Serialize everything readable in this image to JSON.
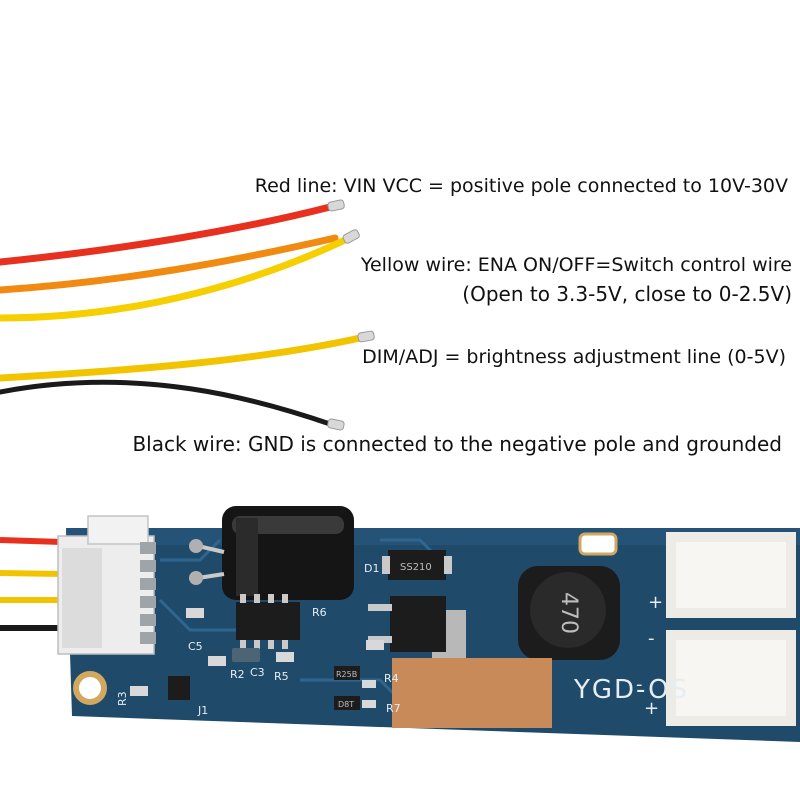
{
  "labels": {
    "red": "Red line: VIN VCC = positive pole connected to 10V-30V",
    "yellow": "Yellow wire: ENA ON/OFF=Switch control wire",
    "yellow_note": "(Open to 3.3-5V, close to 0-2.5V)",
    "dim": "DIM/ADJ = brightness adjustment line (0-5V)",
    "black": "Black wire: GND is connected to the negative pole and grounded"
  },
  "board": {
    "model_text": "YGD-OS",
    "silkscreen": [
      "D1",
      "R6",
      "C5",
      "R2",
      "C3",
      "R5",
      "R4",
      "R7",
      "R3",
      "J1"
    ],
    "chip_markings": [
      "SS210",
      "470",
      "R25B",
      "D8T"
    ],
    "polarity": [
      "+",
      "-",
      "-",
      "+"
    ]
  },
  "colors": {
    "board": "#1f4a6a",
    "wire_red": "#e8301e",
    "wire_yellow": "#f2c400",
    "wire_black": "#1a1a1a",
    "wire_orange": "#f08a10"
  }
}
